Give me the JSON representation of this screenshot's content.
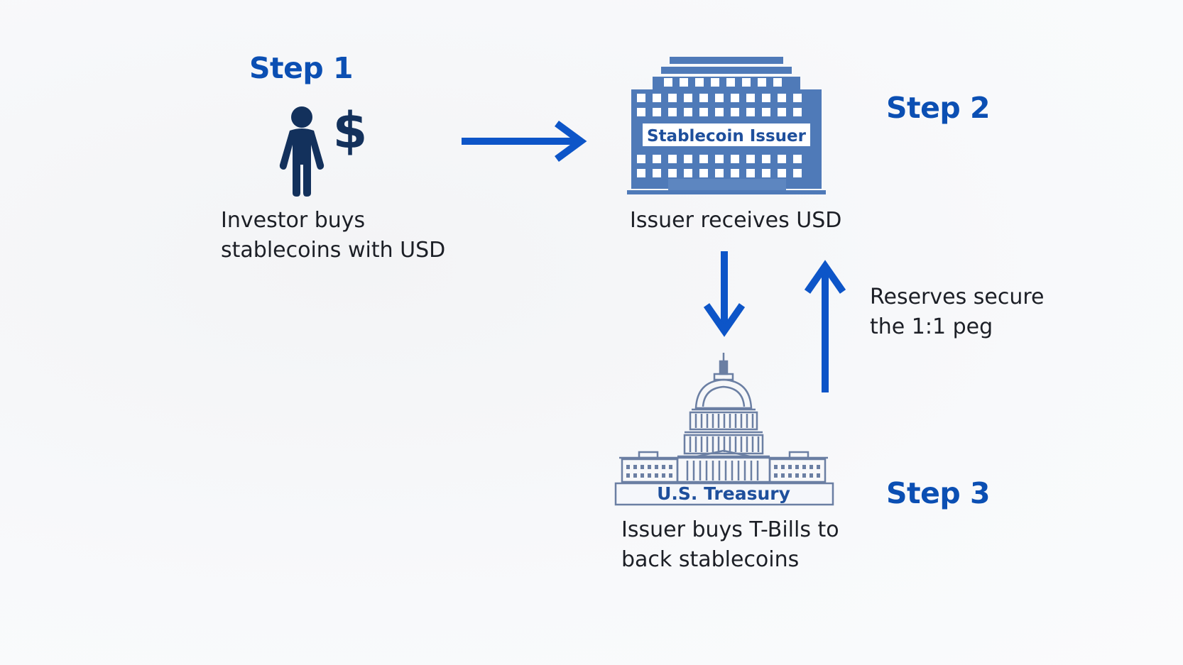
{
  "steps": [
    {
      "title": "Step 1",
      "caption": [
        "Investor buys",
        "stablecoins with USD"
      ]
    },
    {
      "title": "Step 2",
      "caption": [
        "Issuer receives USD"
      ]
    },
    {
      "title": "Step 3",
      "caption": [
        "Issuer buys T-Bills to",
        "back stablecoins"
      ]
    }
  ],
  "issuer_building": {
    "sign": "Stablecoin Issuer",
    "icon": "office-building-icon"
  },
  "treasury_building": {
    "sign": "U.S. Treasury",
    "icon": "capitol-building-icon"
  },
  "investor": {
    "icon": "person-icon",
    "currency_symbol": "$"
  },
  "reserve_note": [
    "Reserves secure",
    "the 1:1 peg"
  ],
  "colors": {
    "accent": "#0b4fb3",
    "arrow": "#0d55c8",
    "building": "#4f7ab8",
    "capitol": "#6b7fa3",
    "person": "#13315c",
    "text": "#1c1f26",
    "background": "#f7f8fa"
  }
}
